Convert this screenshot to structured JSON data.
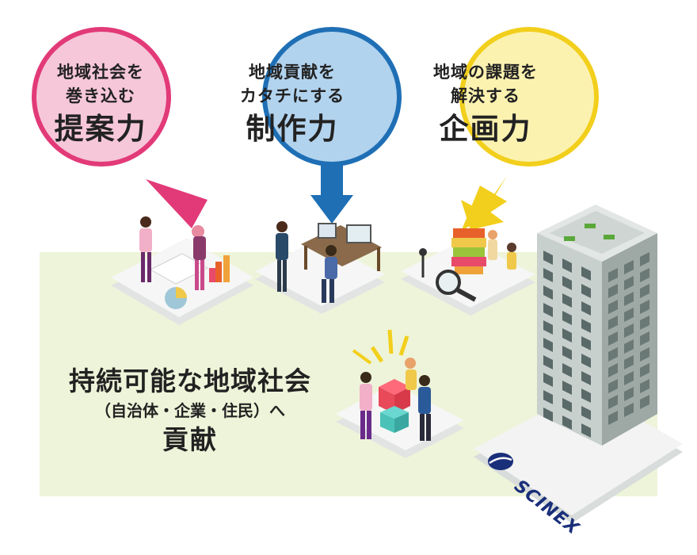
{
  "bubbles": [
    {
      "line1": "地域社会を",
      "line2": "巻き込む",
      "big": "提案力",
      "color": "#e23a78",
      "fill": "#f6c7d9"
    },
    {
      "line1": "地域貢献を",
      "line2": "カタチにする",
      "big": "制作力",
      "color": "#1f6fb5",
      "fill": "#b2d3ee"
    },
    {
      "line1": "地域の課題を",
      "line2": "解決する",
      "big": "企画力",
      "color": "#f2cf1c",
      "fill": "#fcf2b0"
    }
  ],
  "main": {
    "line1": "持続可能な地域社会",
    "line2": "（自治体・企業・住民）へ",
    "line3": "貢献"
  },
  "logo": {
    "text": "SCINEX",
    "color": "#1a2f7a"
  },
  "colors": {
    "ground": "#eef4d9",
    "platform": "#f2f3f2",
    "building": "#b7c1bd"
  }
}
